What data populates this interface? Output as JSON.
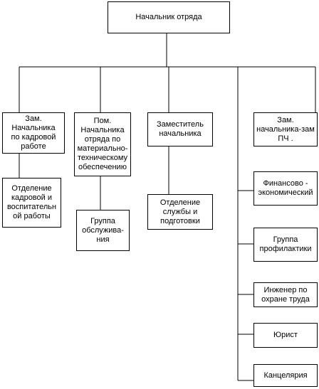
{
  "chart": {
    "head": "Начальник отряда",
    "deputy_personnel": "Зам.\nНачальника\nпо кадровой\nработе",
    "asst_material": "Пом.\nНачальника\nотряда по\nматериально-\nтехническому\nобеспечению",
    "deputy_chief": "Заместитель\nначальника",
    "deputy_fire": "Зам.\nначальника-зам\nПЧ .",
    "personnel_dept": "Отделение\nкадровой и\nвоспитательн\nой работы",
    "service_group": "Группа\nобслужива-\nния",
    "service_training": "Отделение\nслужбы и\nподготовки",
    "finance": "Финансово -\nэкономический",
    "prevention": "Группа\nпрофилактики",
    "safety_engineer": "Инженер по\nохране труда",
    "lawyer": "Юрист",
    "chancellery": "Канцелярия"
  }
}
